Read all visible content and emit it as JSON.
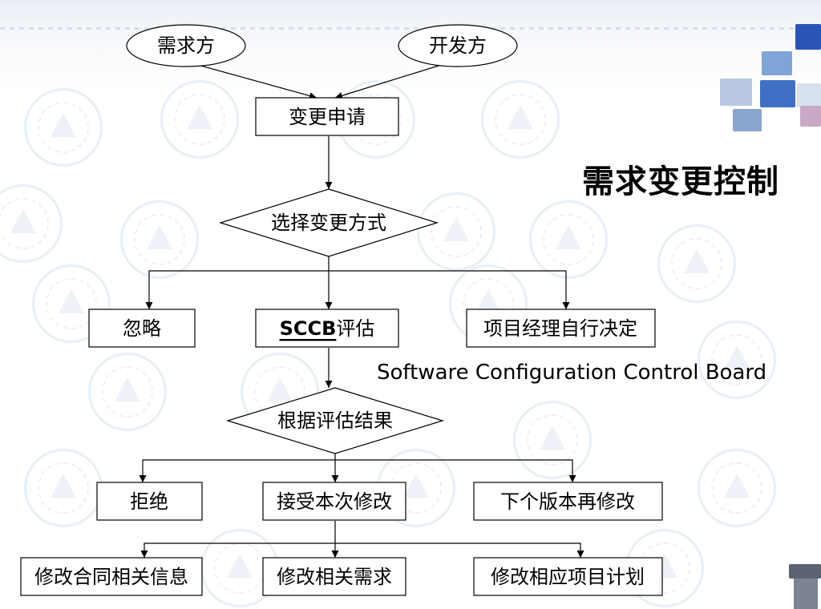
{
  "slide": {
    "title": "需求变更控制",
    "caption": "Software Configuration Control Board"
  },
  "nodes": {
    "requester": "需求方",
    "developer": "开发方",
    "change_request": "变更申请",
    "choose_method": "选择变更方式",
    "ignore": "忽略",
    "sccb_prefix": "SCCB",
    "sccb_suffix": "评估",
    "pm_decide": "项目经理自行决定",
    "by_result": "根据评估结果",
    "reject": "拒绝",
    "accept": "接受本次修改",
    "next_version": "下个版本再修改",
    "modify_contract": "修改合同相关信息",
    "modify_requirements": "修改相关需求",
    "modify_plan": "修改相应项目计划"
  },
  "colors": {
    "line": "#000000",
    "node_fill": "#ffffff",
    "watermark": "#d6e3ef"
  }
}
